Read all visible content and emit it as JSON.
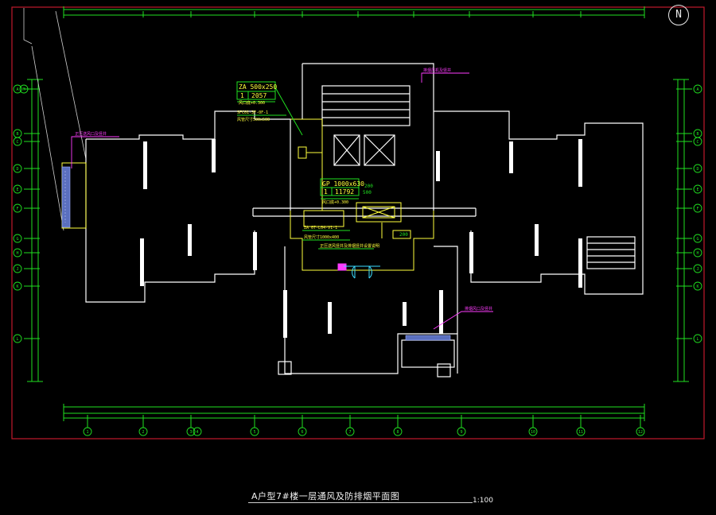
{
  "drawing": {
    "title": "A户型7#楼一层通风及防排烟平面图",
    "scale": "1:100",
    "north_symbol": "N"
  },
  "colors": {
    "background": "#000000",
    "border": "#c0192c",
    "walls": "#ffffff",
    "dimensions": "#20e020",
    "equipment": "#ffff3c",
    "notes": "#ff3cff",
    "doors": "#3cdcff"
  },
  "annotations": {
    "box_upper": {
      "line1": "ZA 500x250",
      "line2_a": "1",
      "line2_b": "2057",
      "line3": "风口底+0.300"
    },
    "supply_label": "SFC01-3F-0F-1",
    "supply_sub": "风管尺寸500x500",
    "box_lower": {
      "line1": "GP 1000x630",
      "line2_a": "1",
      "line2_b": "11792",
      "line3": "风口底+0.300"
    },
    "lower_tag": "ZA 07-L04-V1-1",
    "lower_sub": "风管尺寸1000x400",
    "center_note": "正压送风竖井及排烟竖井设置说明",
    "dim_a": "200",
    "dim_b": "200",
    "dim_c": "500",
    "left_note": "正压送风口及竖井",
    "top_right_note": "排烟风机及竖井",
    "right_bottom_note": "排烟风口及竖井"
  },
  "grid_axes": {
    "left": [
      "A",
      "B",
      "C",
      "D",
      "E",
      "F",
      "G",
      "H",
      "J",
      "K",
      "L",
      "M"
    ],
    "right": [
      "A",
      "B",
      "C",
      "D",
      "E",
      "F",
      "G",
      "H",
      "J",
      "K",
      "L",
      "M"
    ],
    "bottom": [
      "1",
      "2",
      "3",
      "4",
      "5",
      "6",
      "7",
      "8",
      "9",
      "10",
      "11",
      "12"
    ]
  }
}
